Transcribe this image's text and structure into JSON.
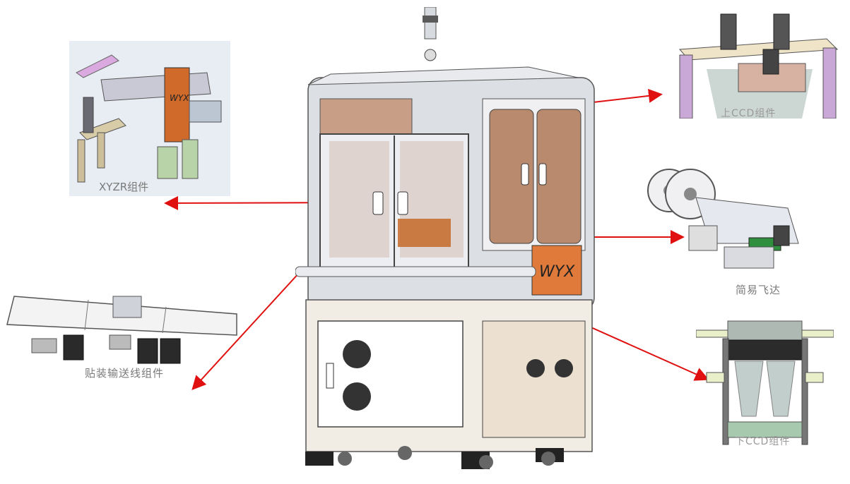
{
  "labels": {
    "xyzr": "XYZR组件",
    "top_ccd": "上CCD组件",
    "feeder": "简易飞达",
    "conveyor": "贴装输送线组件",
    "bottom_ccd": "下CCD组件"
  },
  "machine": {
    "logo": "WYX"
  },
  "colors": {
    "arrow": "#e01010",
    "frame": "#f2ede4",
    "glass": "#d9dde2",
    "wood": "#b9876a",
    "logo_bg": "#e07a3a"
  }
}
